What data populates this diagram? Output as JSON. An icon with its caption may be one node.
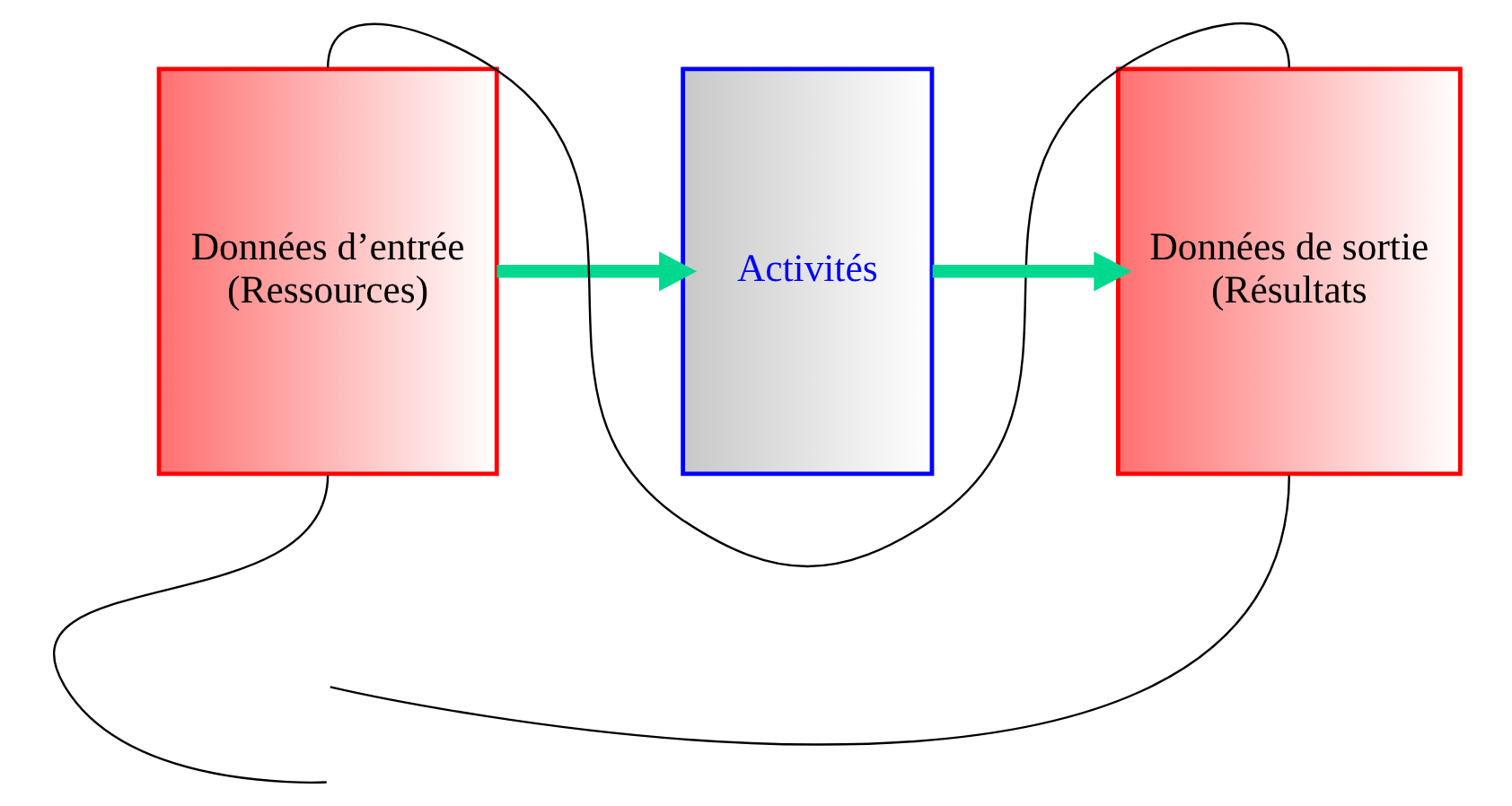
{
  "diagram": {
    "nodes": [
      {
        "text": [
          "Données d’entrée (Ressources)"
        ]
      },
      {
        "text": [
          "Activités"
        ]
      },
      {
        "text": [
          "Données de sortie (Résultats"
        ]
      }
    ],
    "edges": [
      {
        "from": 0,
        "to": 1,
        "arrow": "to",
        "style": "thick",
        "color": "#00d890"
      },
      {
        "from": 1,
        "to": 2,
        "arrow": "to",
        "style": "thick",
        "color": "#00d890"
      },
      {
        "from": 0,
        "to": 2,
        "arrow": "none"
      },
      {
        "from": 0,
        "to": null,
        "arrow": "none"
      },
      {
        "from": 2,
        "to": null,
        "arrow": "none"
      }
    ]
  }
}
